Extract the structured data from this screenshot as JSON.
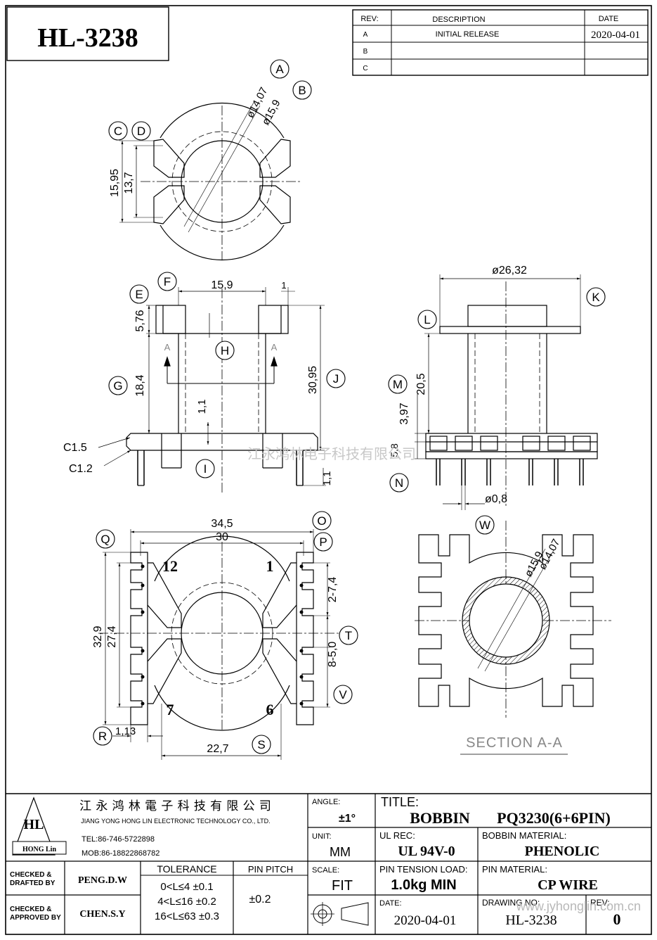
{
  "part_number": "HL-3238",
  "revision_table": {
    "headers": [
      "REV:",
      "DESCRIPTION",
      "DATE"
    ],
    "rows": [
      {
        "rev": "A",
        "description": "INITIAL RELEASE",
        "date": "2020-04-01"
      },
      {
        "rev": "B",
        "description": "",
        "date": ""
      },
      {
        "rev": "C",
        "description": "",
        "date": ""
      }
    ]
  },
  "dimensions": {
    "top_outer_dia": "ø15,9",
    "top_inner_dia": "ø14,07",
    "top_width_outer": "15,95",
    "top_width_inner": "13,7",
    "front_slot_width": "15,9",
    "front_offset": "1",
    "front_flange_height": "5,76",
    "front_winding_height": "18,4",
    "front_total_height": "30,95",
    "front_wall": "1,1",
    "front_pin_len": "1,1",
    "chamfer_1": "C1.5",
    "chamfer_2": "C1.2",
    "side_flange_dia": "ø26,32",
    "side_height": "20,5",
    "side_step": "3,97",
    "side_base": "5,8",
    "side_pin_dia": "ø0,8",
    "bottom_total_width": "34,5",
    "bottom_pin_span": "30",
    "bottom_total_height": "32,9",
    "bottom_pin_height": "27,4",
    "bottom_pitch": "2-7,4",
    "bottom_group_gap": "8-5,0",
    "bottom_edge": "1,13",
    "bottom_inner_width": "22,7",
    "section_outer_dia": "ø15,9",
    "section_inner_dia": "ø14,07",
    "section_label": "SECTION A-A",
    "pin_numbers": [
      "12",
      "1",
      "7",
      "6"
    ]
  },
  "callouts": [
    "A",
    "B",
    "C",
    "D",
    "E",
    "F",
    "G",
    "H",
    "I",
    "J",
    "K",
    "L",
    "M",
    "N",
    "O",
    "P",
    "Q",
    "R",
    "S",
    "T",
    "V",
    "W"
  ],
  "section_markers": [
    "A",
    "A"
  ],
  "watermark": "江永鸿林电子科技有限公司",
  "watermark_url": "www.jyhonglin.com.cn",
  "title_block": {
    "company_cn": "江 永 鸿 林 電 子 科 技 有 限 公 司",
    "company_en": "JIANG YONG HONG LIN ELECTRONIC TECHNOLOGY CO., LTD.",
    "logo_text": "HL",
    "logo_sub": "HONG Lin",
    "tel": "TEL:86-746-5722898",
    "mob": "MOB:86-18822868782",
    "angle_label": "ANGLE:",
    "angle_value": "±1°",
    "title_label": "TITLE:",
    "title_part1": "BOBBIN",
    "title_part2": "PQ3230(6+6PIN)",
    "unit_label": "UNIT:",
    "unit_value": "MM",
    "ul_label": "UL REC:",
    "ul_value": "UL 94V-0",
    "bobbin_mat_label": "BOBBIN MATERIAL:",
    "bobbin_mat_value": "PHENOLIC",
    "checked_drafted_label1": "CHECKED &",
    "checked_drafted_label2": "DRAFTED BY",
    "drafted_by": "PENG.D.W",
    "checked_approved_label1": "CHECKED &",
    "checked_approved_label2": "APPROVED BY",
    "approved_by": "CHEN.S.Y",
    "tolerance_label": "TOLERANCE",
    "tolerance_rows": [
      "0<L≤4  ±0.1",
      "4<L≤16  ±0.2",
      "16<L≤63 ±0.3"
    ],
    "pin_pitch_label": "PIN PITCH",
    "pin_pitch_value": "±0.2",
    "scale_label": "SCALE:",
    "scale_value": "FIT",
    "pin_tension_label": "PIN TENSION LOAD:",
    "pin_tension_value": "1.0kg MIN",
    "pin_mat_label": "PIN MATERIAL:",
    "pin_mat_value": "CP  WIRE",
    "date_label": "DATE:",
    "date_value": "2020-04-01",
    "drawing_no_label": "DRAWING NO:",
    "drawing_no_value": "HL-3238",
    "rev_label": "REV:",
    "rev_value": "0"
  }
}
